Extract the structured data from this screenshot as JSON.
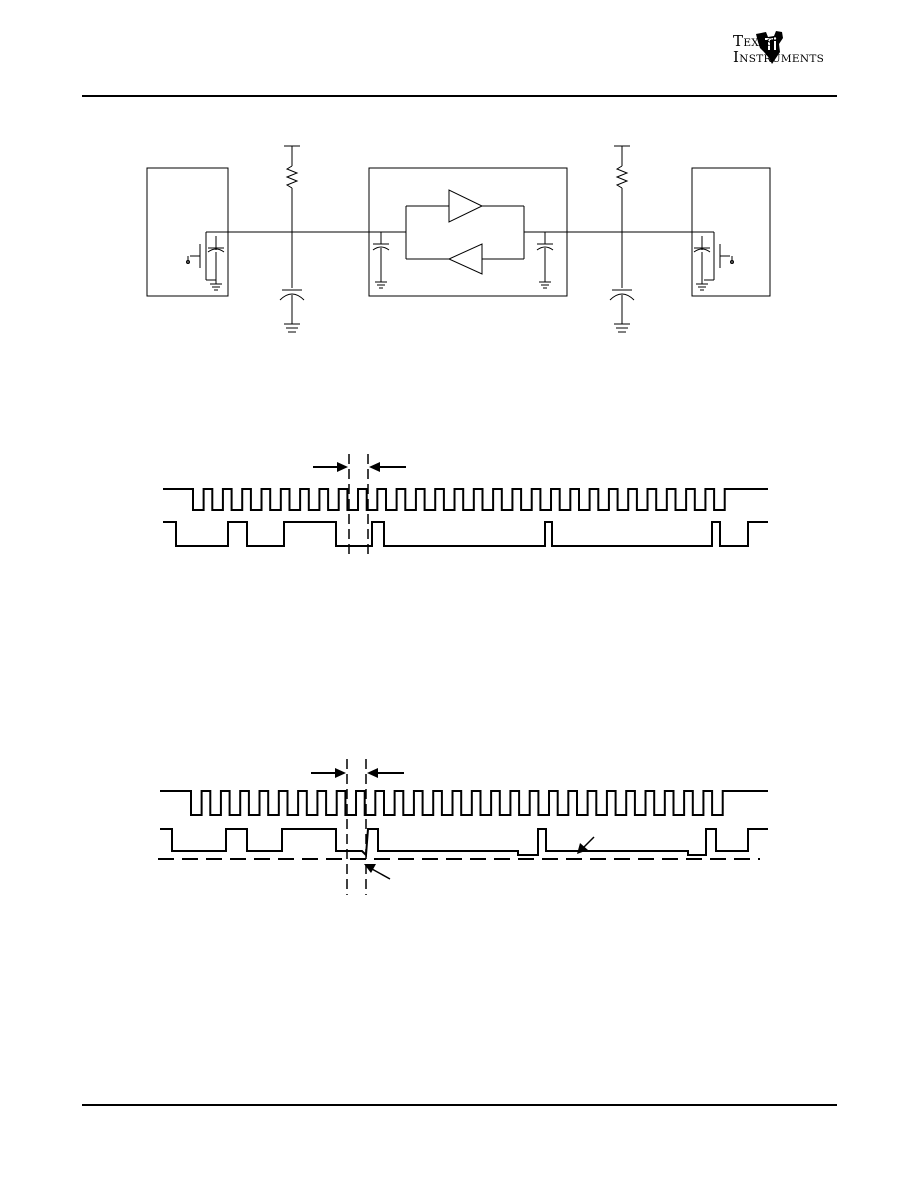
{
  "header": {
    "logo_icon": "ti-state-logo-icon",
    "logo_line1_first": "T",
    "logo_line1_rest": "EXAS",
    "logo_line2_first": "I",
    "logo_line2_rest": "NSTRUMENTS"
  },
  "circuit": {
    "components": [
      "left-device-block",
      "left-pullup-resistor",
      "left-bus-capacitor",
      "repeater-block",
      "forward-buffer",
      "reverse-buffer",
      "right-pullup-resistor",
      "right-bus-capacitor",
      "right-device-block"
    ]
  },
  "timing_1": {
    "traces": [
      "clock-waveform",
      "data-waveform"
    ],
    "markers": [
      "delay-arrow-left",
      "delay-arrow-right"
    ]
  },
  "timing_2": {
    "traces": [
      "clock-waveform",
      "data-waveform",
      "threshold-dashed-line"
    ],
    "markers": [
      "delay-arrow-left",
      "delay-arrow-right",
      "threshold-pointer-arrow",
      "low-level-pointer-arrow"
    ]
  }
}
